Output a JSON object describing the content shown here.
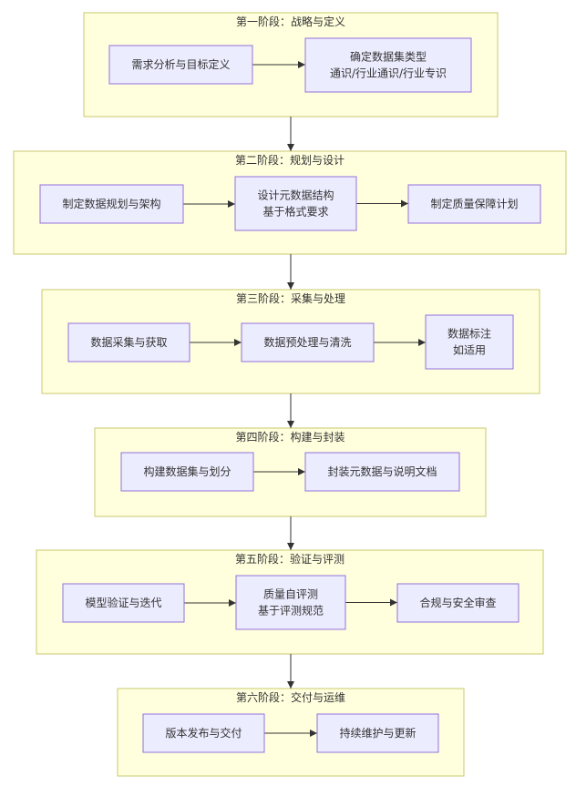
{
  "stages": [
    {
      "id": "stage1",
      "title": "第一阶段：战略与定义",
      "nodes": [
        {
          "id": "n1",
          "lines": [
            "需求分析与目标定义"
          ]
        },
        {
          "id": "n2",
          "lines": [
            "确定数据集类型",
            "通识/行业通识/行业专识"
          ]
        }
      ]
    },
    {
      "id": "stage2",
      "title": "第二阶段：规划与设计",
      "nodes": [
        {
          "id": "n3",
          "lines": [
            "制定数据规划与架构"
          ]
        },
        {
          "id": "n4",
          "lines": [
            "设计元数据结构",
            "基于格式要求"
          ]
        },
        {
          "id": "n5",
          "lines": [
            "制定质量保障计划"
          ]
        }
      ]
    },
    {
      "id": "stage3",
      "title": "第三阶段：采集与处理",
      "nodes": [
        {
          "id": "n6",
          "lines": [
            "数据采集与获取"
          ]
        },
        {
          "id": "n7",
          "lines": [
            "数据预处理与清洗"
          ]
        },
        {
          "id": "n8",
          "lines": [
            "数据标注",
            "如适用"
          ]
        }
      ]
    },
    {
      "id": "stage4",
      "title": "第四阶段：构建与封装",
      "nodes": [
        {
          "id": "n9",
          "lines": [
            "构建数据集与划分"
          ]
        },
        {
          "id": "n10",
          "lines": [
            "封装元数据与说明文档"
          ]
        }
      ]
    },
    {
      "id": "stage5",
      "title": "第五阶段：验证与评测",
      "nodes": [
        {
          "id": "n11",
          "lines": [
            "模型验证与迭代"
          ]
        },
        {
          "id": "n12",
          "lines": [
            "质量自评测",
            "基于评测规范"
          ]
        },
        {
          "id": "n13",
          "lines": [
            "合规与安全审查"
          ]
        }
      ]
    },
    {
      "id": "stage6",
      "title": "第六阶段：交付与运维",
      "nodes": [
        {
          "id": "n14",
          "lines": [
            "版本发布与交付"
          ]
        },
        {
          "id": "n15",
          "lines": [
            "持续维护与更新"
          ]
        }
      ]
    }
  ],
  "edges": [
    {
      "from": "n1",
      "to": "n2"
    },
    {
      "from": "n3",
      "to": "n4"
    },
    {
      "from": "n4",
      "to": "n5"
    },
    {
      "from": "n6",
      "to": "n7"
    },
    {
      "from": "n7",
      "to": "n8"
    },
    {
      "from": "n9",
      "to": "n10"
    },
    {
      "from": "n11",
      "to": "n12"
    },
    {
      "from": "n12",
      "to": "n13"
    },
    {
      "from": "n14",
      "to": "n15"
    },
    {
      "from": "stage1",
      "to": "stage2"
    },
    {
      "from": "stage2",
      "to": "stage3"
    },
    {
      "from": "stage3",
      "to": "stage4"
    },
    {
      "from": "stage4",
      "to": "stage5"
    },
    {
      "from": "stage5",
      "to": "stage6"
    }
  ]
}
